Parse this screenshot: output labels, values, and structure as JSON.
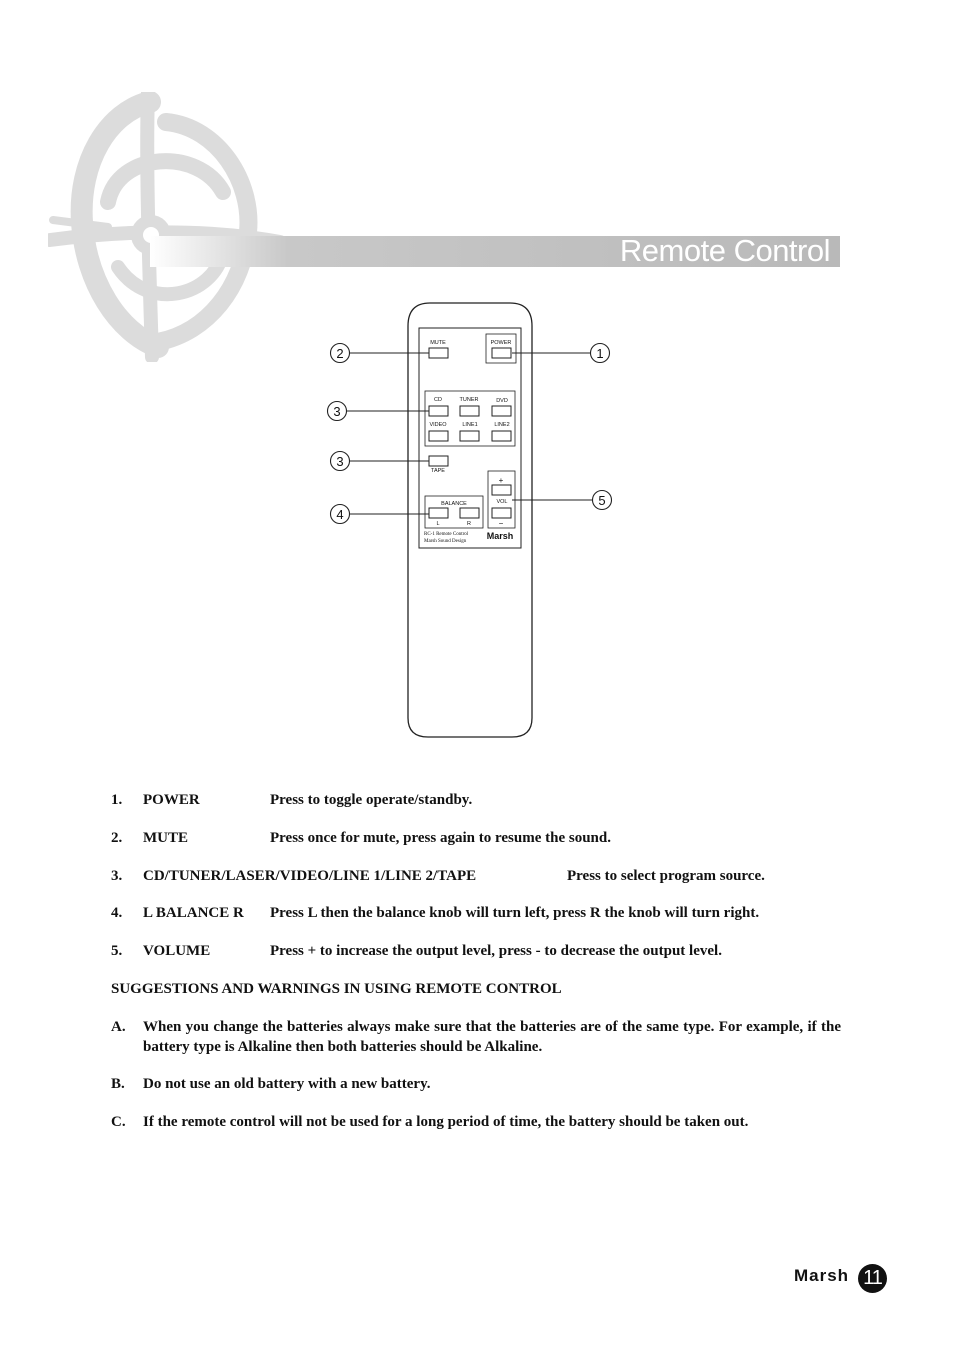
{
  "header": {
    "title": "Remote Control"
  },
  "remote": {
    "buttons": {
      "mute": "MUTE",
      "power": "POWER",
      "cd": "CD",
      "tuner": "TUNER",
      "dvd": "DVD",
      "video": "VIDEO",
      "line1": "LINE1",
      "line2": "LINE2",
      "tape": "TAPE",
      "balance": "BALANCE",
      "balance_l": "L",
      "balance_r": "R",
      "vol": "VOL",
      "vol_plus": "+",
      "vol_minus": "−"
    },
    "model_line1": "RC-1 Remote Control",
    "model_line2": "Marsh Sound Design",
    "brand": "Marsh"
  },
  "callouts": [
    "1",
    "2",
    "3",
    "3",
    "4",
    "5"
  ],
  "functions": [
    {
      "num": "1.",
      "name": "POWER",
      "desc": "Press to toggle operate/standby."
    },
    {
      "num": "2.",
      "name": "MUTE",
      "desc": "Press once for mute, press again to resume the sound."
    },
    {
      "num": "3.",
      "name": "CD/TUNER/LASER/VIDEO/LINE 1/LINE 2/TAPE",
      "desc": "Press to select program source."
    },
    {
      "num": "4.",
      "name": "L BALANCE R",
      "desc": "Press L then the balance knob will turn left, press R the knob will turn right."
    },
    {
      "num": "5.",
      "name": "VOLUME",
      "desc": "Press + to increase the output level, press - to decrease the output level."
    }
  ],
  "warnings": {
    "heading": "SUGGESTIONS AND WARNINGS IN USING REMOTE CONTROL",
    "items": [
      {
        "label": "A.",
        "text": "When you change the batteries always make sure that the batteries are of the same type.  For example, if the  battery type is Alkaline then both batteries should be Alkaline."
      },
      {
        "label": "B.",
        "text": "Do not use an old battery with a new battery."
      },
      {
        "label": "C.",
        "text": "If the remote control will not be used  for a long period of time, the battery should be taken out."
      }
    ]
  },
  "footer": {
    "brand": "Marsh",
    "page_number": "11"
  }
}
